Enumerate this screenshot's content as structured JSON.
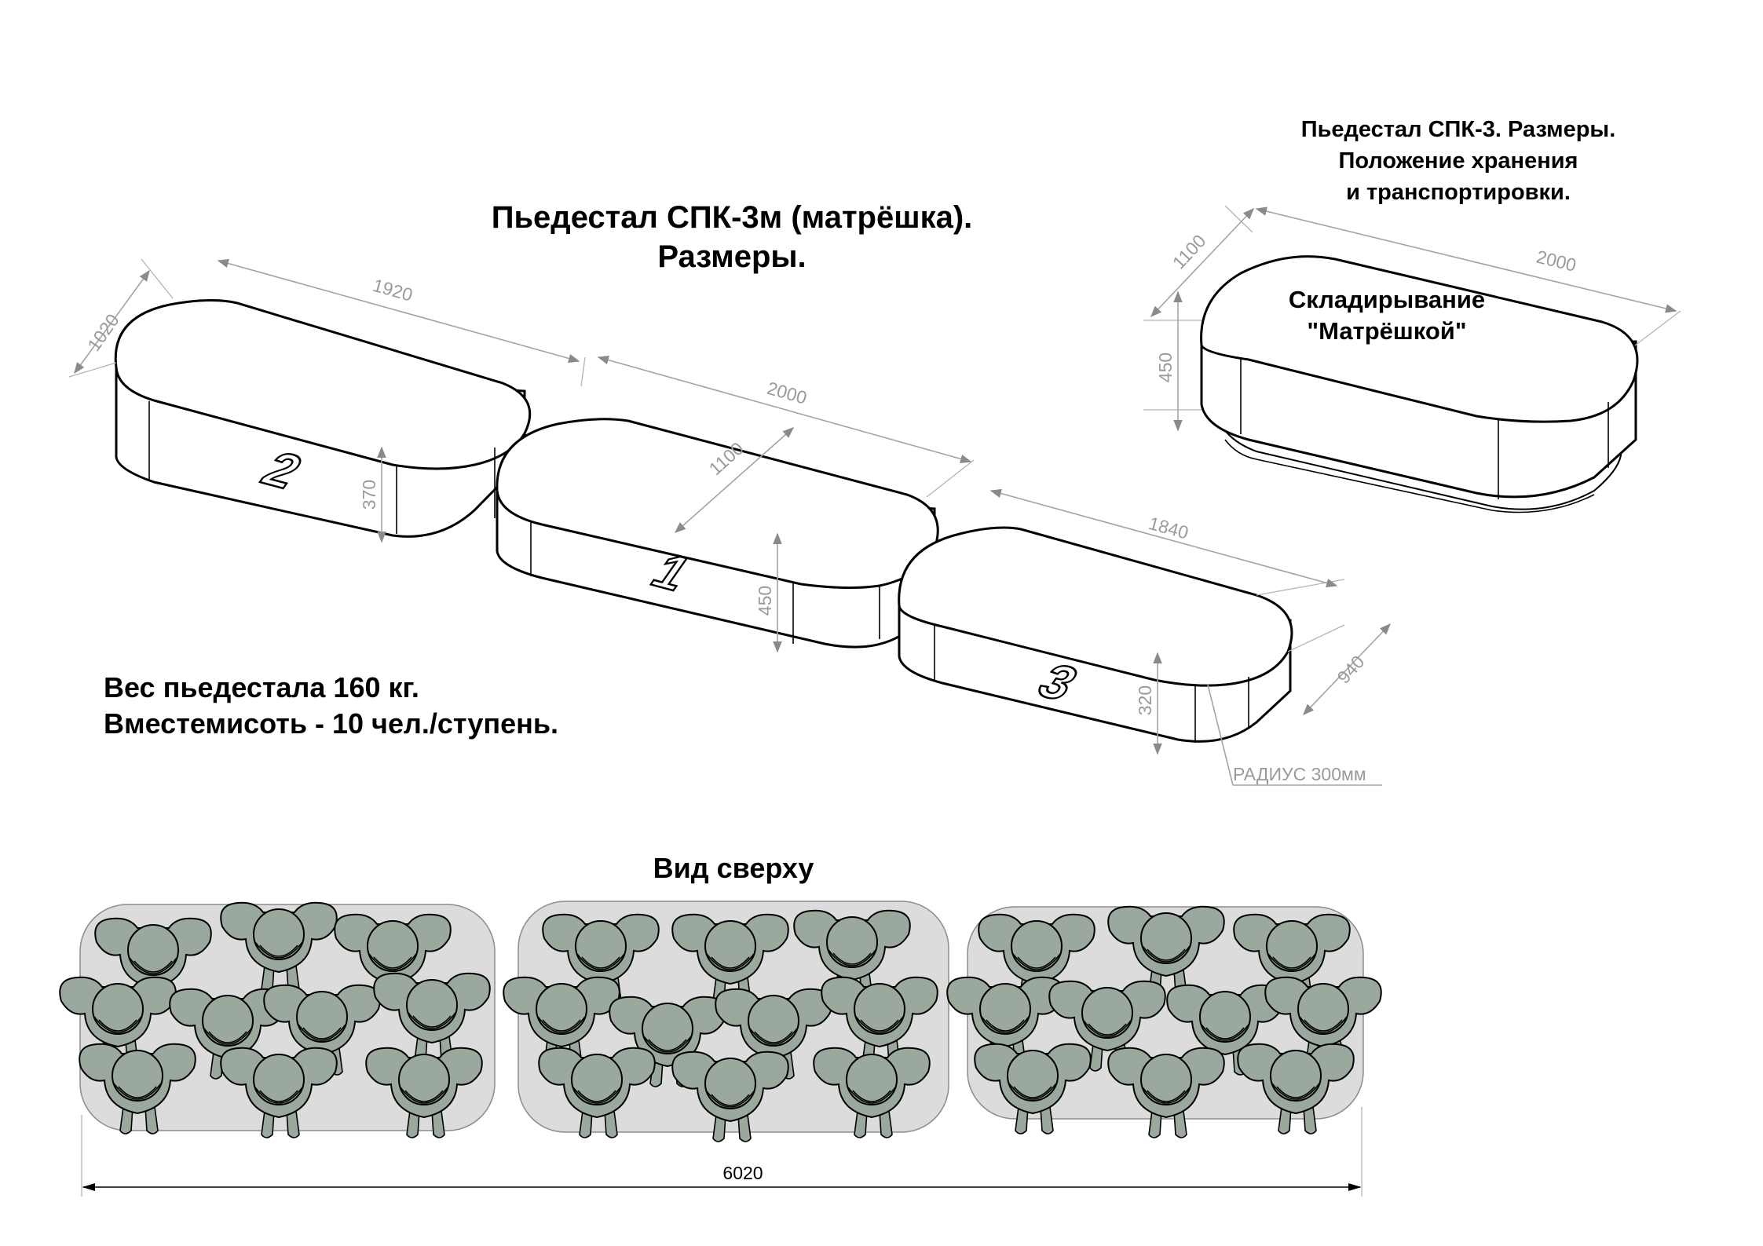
{
  "main_title": [
    "Пьедестал СПК-3м (матрёшка).",
    "Размеры."
  ],
  "storage_title": [
    "Пьедестал СПК-3. Размеры.",
    "Положение хранения",
    "и транспортировки."
  ],
  "storage_label": [
    "Складирывание",
    "\"Матрёшкой\""
  ],
  "info": [
    "Вес пьедестала 160 кг.",
    "Вместемисоть - 10 чел./ступень."
  ],
  "top_view_title": "Вид сверху",
  "radius_note": "РАДИУС 300мм",
  "total_width": "6020",
  "steps": [
    {
      "number": "2",
      "length": "1920",
      "depth": "1020",
      "height": "370"
    },
    {
      "number": "1",
      "length": "2000",
      "depth": "1100",
      "height": "450"
    },
    {
      "number": "3",
      "length": "1840",
      "depth": "940",
      "height": "320"
    }
  ],
  "storage_dims": {
    "length": "2000",
    "depth": "1100",
    "height": "450"
  },
  "colors": {
    "person": "#9aa89d",
    "platform": "#dcdcdc",
    "dimension": "#9a9a9a"
  }
}
